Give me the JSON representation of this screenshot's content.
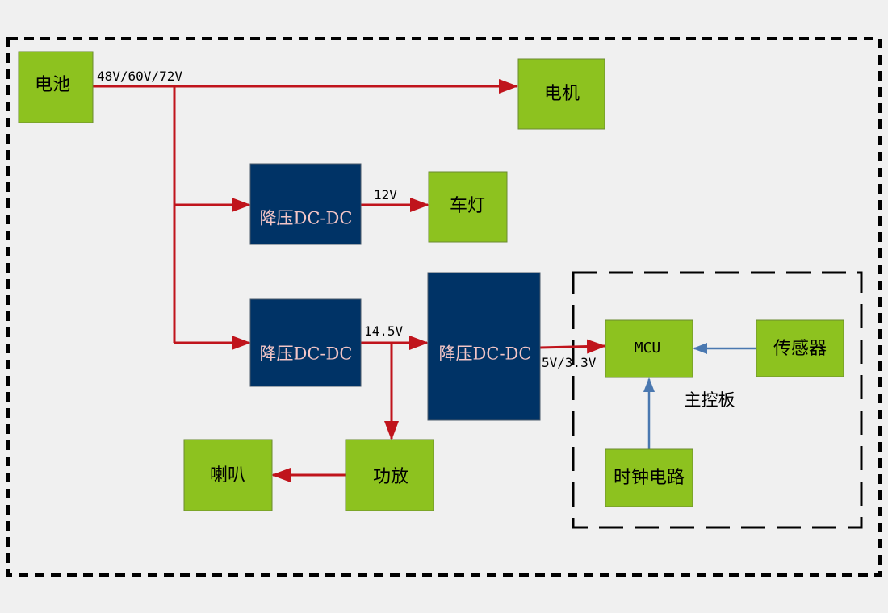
{
  "blocks": {
    "battery": "电池",
    "motor": "电机",
    "dcdc_1": "降压DC-DC",
    "lights": "车灯",
    "dcdc_2": "降压DC-DC",
    "dcdc_3": "降压DC-DC",
    "mcu": "MCU",
    "sensor": "传感器",
    "clock": "时钟电路",
    "amplifier": "功放",
    "speaker": "喇叭"
  },
  "labels": {
    "battery_voltage": "48V/60V/72V",
    "lights_voltage": "12V",
    "mid_voltage": "14.5V",
    "mcu_voltage": "5V/3.3V",
    "main_board": "主控板"
  },
  "colors": {
    "power_arrow": "#c0141c",
    "signal_arrow": "#4a78b0",
    "green_block": "#8dc21f",
    "converter_block": "#003366"
  }
}
